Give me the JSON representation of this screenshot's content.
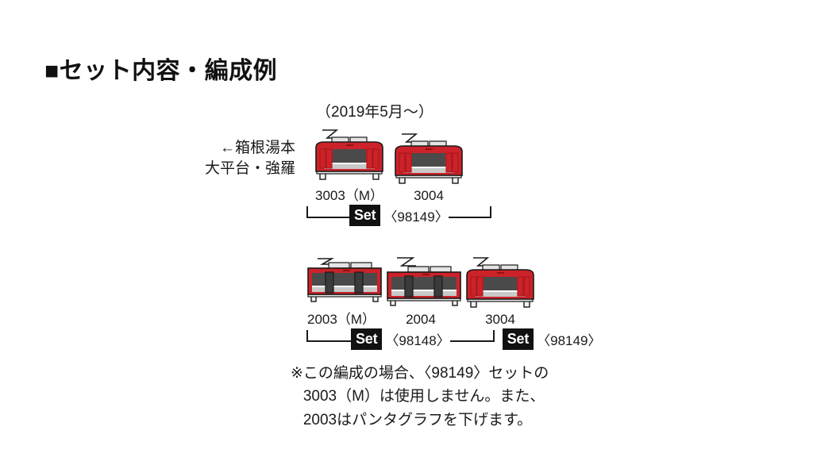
{
  "page": {
    "title": "■セット内容・編成例",
    "background_color": "#ffffff"
  },
  "date_caption": "（2019年5月〜）",
  "direction_label": "←箱根湯本\n大平台・強羅",
  "colors": {
    "body_red": "#cc2229",
    "body_red_dark": "#a8181d",
    "window_dark": "#4a4a4a",
    "stripe_light": "#c9c9c9",
    "roof_light": "#e4e4e4",
    "outline": "#1a1a1a",
    "set_badge_bg": "#111111",
    "set_badge_text": "#ffffff"
  },
  "formations": [
    {
      "id": "formation-top",
      "cars": [
        {
          "number": "3003（M）",
          "style": "type3000",
          "pantograph": "up"
        },
        {
          "number": "3004",
          "style": "type3000",
          "pantograph": "up"
        }
      ],
      "brackets": [
        {
          "label": "Set",
          "code": "〈98149〉",
          "span_cars": 2
        }
      ]
    },
    {
      "id": "formation-bottom",
      "cars": [
        {
          "number": "2003（M）",
          "style": "type2000",
          "pantograph": "down"
        },
        {
          "number": "2004",
          "style": "type2000",
          "pantograph": "up"
        },
        {
          "number": "3004",
          "style": "type3000",
          "pantograph": "up"
        }
      ],
      "brackets": [
        {
          "label": "Set",
          "code": "〈98148〉",
          "span_cars": 2
        },
        {
          "label": "Set",
          "code": "〈98149〉",
          "span_cars": 1
        }
      ]
    }
  ],
  "footnote": "※この編成の場合、〈98149〉セットの\n   3003（M）は使用しません。また、\n   2003はパンタグラフを下げます。"
}
